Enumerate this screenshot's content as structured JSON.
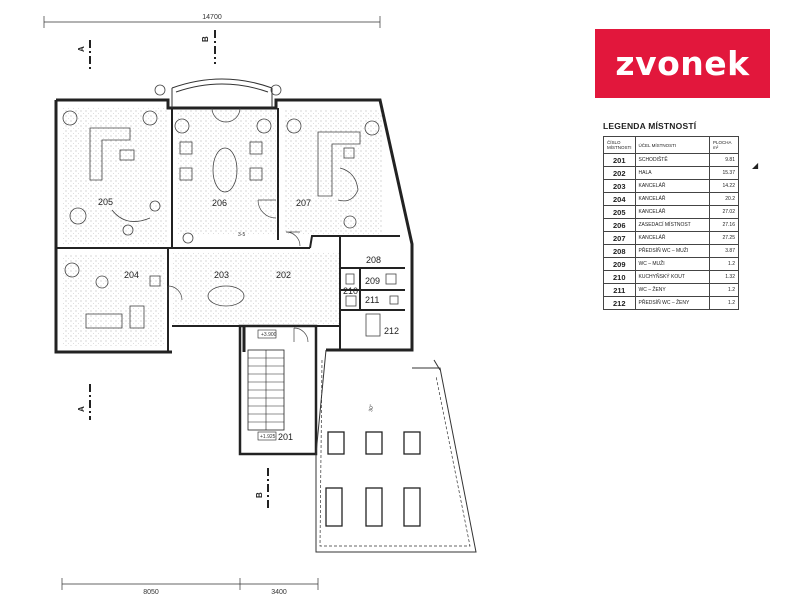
{
  "logo": {
    "text": "zvonek",
    "brand_color": "#e2173c"
  },
  "plan": {
    "dim_top": "14700",
    "dim_bottom_left": "8050",
    "dim_bottom_right": "3400",
    "section_a": "A",
    "section_b": "B",
    "rooms": [
      {
        "id": "201",
        "label": "201"
      },
      {
        "id": "202",
        "label": "202"
      },
      {
        "id": "203",
        "label": "203"
      },
      {
        "id": "204",
        "label": "204"
      },
      {
        "id": "205",
        "label": "205"
      },
      {
        "id": "206",
        "label": "206"
      },
      {
        "id": "207",
        "label": "207"
      },
      {
        "id": "208",
        "label": "208"
      },
      {
        "id": "209",
        "label": "209"
      },
      {
        "id": "210",
        "label": "210"
      },
      {
        "id": "211",
        "label": "211"
      },
      {
        "id": "212",
        "label": "212"
      }
    ],
    "level_tag_upper": "+3.900",
    "level_tag_lower": "+1.925",
    "door_note": "3-5",
    "roof_angle": "30°"
  },
  "legend": {
    "title": "LEGENDA MÍSTNOSTÍ",
    "headers": {
      "num": "ČÍSLO MÍSTNOSTI",
      "use": "ÚČEL MÍSTNOSTI",
      "area": "PLOCHA m²"
    },
    "rows": [
      {
        "num": "201",
        "use": "SCHODIŠTĚ",
        "area": "9.81"
      },
      {
        "num": "202",
        "use": "HALA",
        "area": "15.37"
      },
      {
        "num": "203",
        "use": "KANCELÁŘ",
        "area": "14.22"
      },
      {
        "num": "204",
        "use": "KANCELÁŘ",
        "area": "20.2"
      },
      {
        "num": "205",
        "use": "KANCELÁŘ",
        "area": "27.02"
      },
      {
        "num": "206",
        "use": "ZASEDACÍ MÍSTNOST",
        "area": "27.16"
      },
      {
        "num": "207",
        "use": "KANCELÁŘ",
        "area": "27.25"
      },
      {
        "num": "208",
        "use": "PŘEDSÍŇ WC – MUŽI",
        "area": "3.87"
      },
      {
        "num": "209",
        "use": "WC – MUŽI",
        "area": "1.2"
      },
      {
        "num": "210",
        "use": "KUCHYŇSKÝ KOUT",
        "area": "1.32"
      },
      {
        "num": "211",
        "use": "WC – ŽENY",
        "area": "1.2"
      },
      {
        "num": "212",
        "use": "PŘEDSÍŇ WC – ŽENY",
        "area": "1.2"
      }
    ]
  }
}
